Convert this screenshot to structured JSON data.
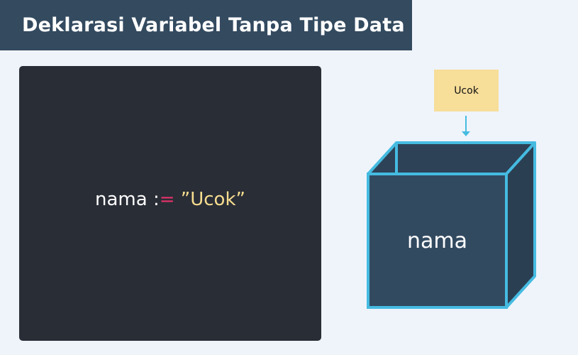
{
  "title": "Deklarasi Variabel Tanpa Tipe Data",
  "code": {
    "identifier": "nama ",
    "operator_colon": ":",
    "operator_equals": "=",
    "string_literal": " ”Ucok”"
  },
  "value_tag": {
    "label": "Ucok"
  },
  "box": {
    "label": "nama"
  },
  "colors": {
    "banner": "#334a5f",
    "background": "#eff4fb",
    "code_panel": "#292d36",
    "operator": "#e8336b",
    "string": "#f7dd8f",
    "value_tag": "#f7de99",
    "box_fill": "#324a60",
    "box_stroke": "#45bbe1"
  }
}
